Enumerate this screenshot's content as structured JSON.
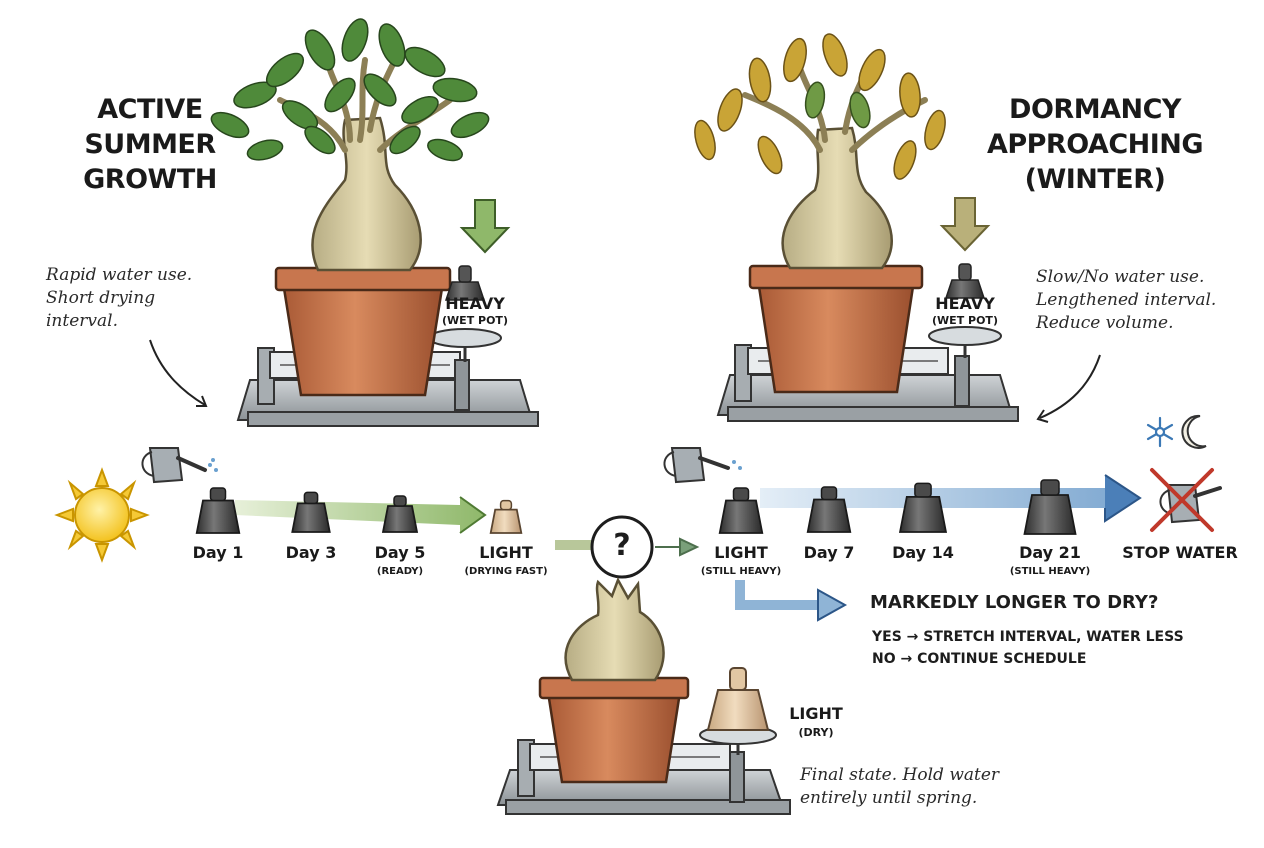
{
  "panels": {
    "summer": {
      "title_lines": [
        "ACTIVE",
        "SUMMER",
        "GROWTH"
      ],
      "note_lines": [
        "Rapid water use.",
        "Short drying",
        "interval."
      ],
      "scale_label": "HEAVY",
      "scale_sub": "(WET POT)"
    },
    "winter": {
      "title_lines": [
        "DORMANCY",
        "APPROACHING",
        "(WINTER)"
      ],
      "note_lines": [
        "Slow/No water use.",
        "Lengthened interval.",
        "Reduce volume."
      ],
      "scale_label": "HEAVY",
      "scale_sub": "(WET POT)"
    },
    "final": {
      "scale_label": "LIGHT",
      "scale_sub": "(DRY)",
      "note_lines": [
        "Final state. Hold water",
        "entirely until spring."
      ]
    }
  },
  "timeline_summer": [
    {
      "label": "Day 1",
      "sub": ""
    },
    {
      "label": "Day 3",
      "sub": ""
    },
    {
      "label": "Day 5",
      "sub": "(READY)"
    },
    {
      "label": "LIGHT",
      "sub": "(DRYING FAST)"
    }
  ],
  "timeline_winter": [
    {
      "label": "LIGHT",
      "sub": "(STILL HEAVY)"
    },
    {
      "label": "Day 7",
      "sub": ""
    },
    {
      "label": "Day 14",
      "sub": ""
    },
    {
      "label": "Day 21",
      "sub": "(STILL HEAVY)"
    },
    {
      "label": "STOP WATER",
      "sub": ""
    }
  ],
  "decision": {
    "symbol": "?",
    "question": "MARKEDLY LONGER TO DRY?",
    "answers": [
      "YES → STRETCH INTERVAL, WATER LESS",
      "NO → CONTINUE SCHEDULE"
    ]
  },
  "icons": [
    "sun-icon",
    "watering-can-icon",
    "snowflake-icon",
    "moon-icon",
    "no-watering-icon",
    "weight-icon",
    "scale-icon",
    "plant-icon"
  ],
  "colors": {
    "summer_arrow": "#8fb86a",
    "winter_arrow": "#8fb4d6",
    "pot": "#c8764e",
    "leaf_green": "#4f8a3a",
    "leaf_yellow": "#c9a436",
    "cross_red": "#c0392b"
  }
}
